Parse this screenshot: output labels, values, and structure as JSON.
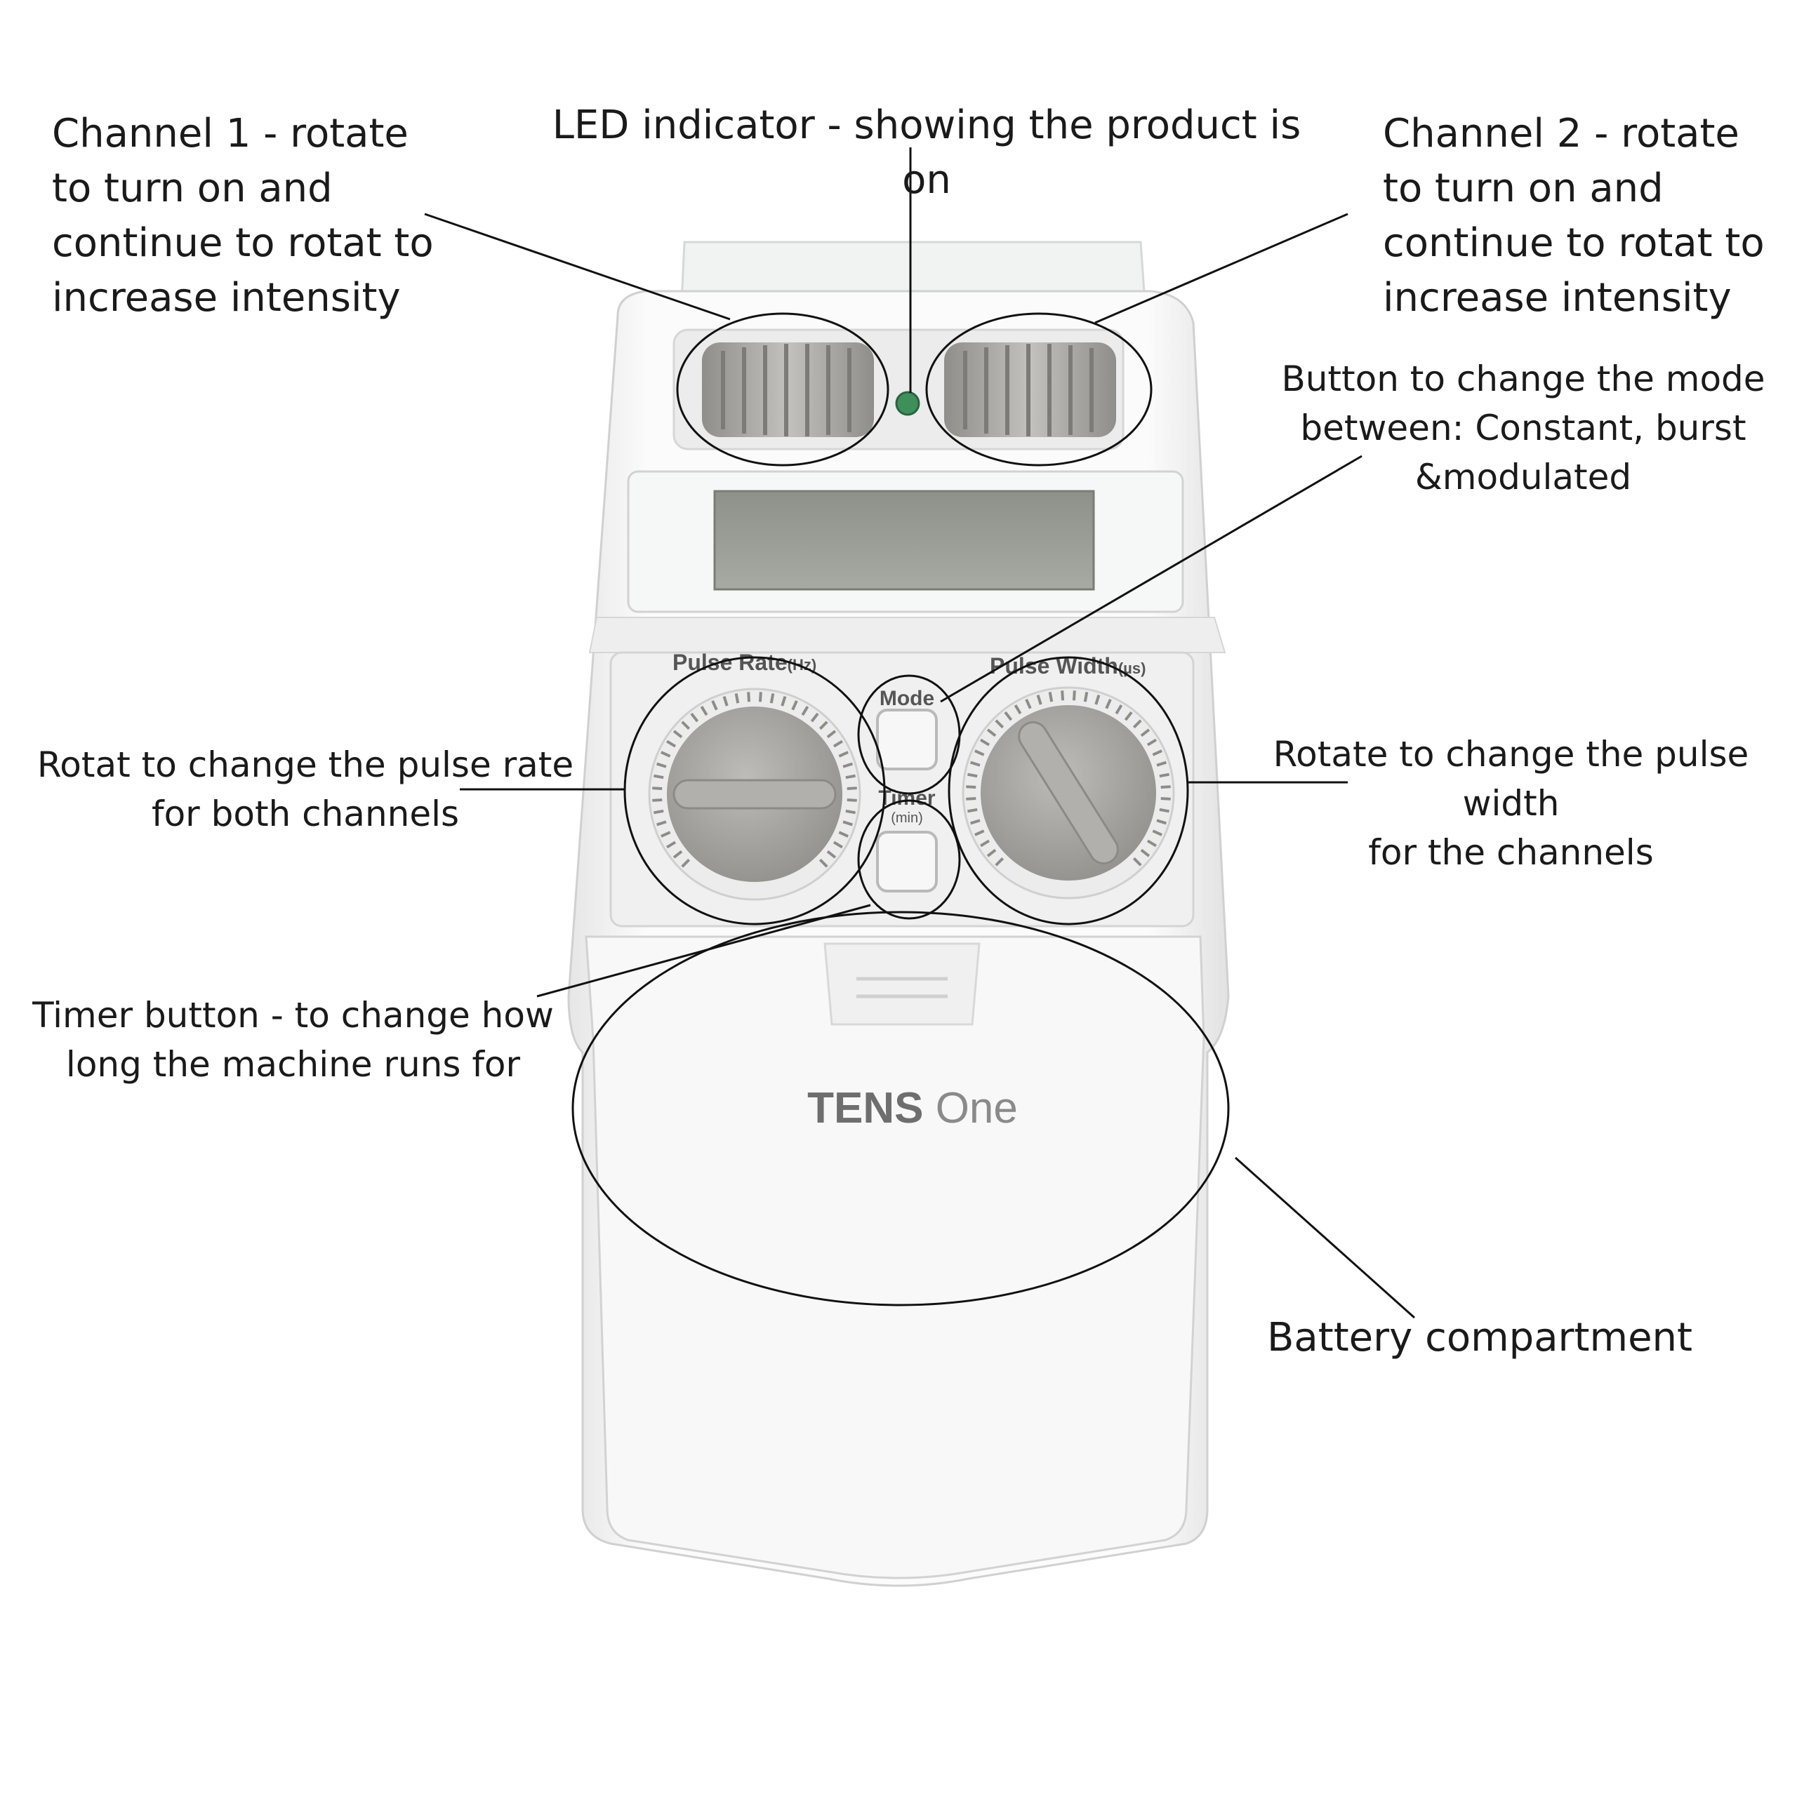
{
  "device": {
    "brand_bold": "TENS",
    "brand_light": "One",
    "pulse_rate_label": "Pulse Rate",
    "pulse_rate_unit": "(Hz)",
    "pulse_width_label": "Pulse Width",
    "pulse_width_unit": "(µs)",
    "mode_label": "Mode",
    "timer_label": "Timer",
    "timer_unit": "(min)"
  },
  "callouts": {
    "led": "LED indicator - showing the product is on",
    "channel1": "Channel 1 - rotate\nto turn on and\ncontinue to rotat to\nincrease intensity",
    "channel2": "Channel 2 - rotate\nto turn on and\ncontinue to rotat to\nincrease intensity",
    "mode": "Button to change the mode\nbetween: Constant, burst\n&modulated",
    "pulse_rate": "Rotat to change the pulse rate\nfor both channels",
    "pulse_width": "Rotate to change the pulse width\nfor the channels",
    "timer": "Timer button - to change how\nlong the machine runs for",
    "battery": "Battery compartment"
  },
  "colors": {
    "body": "#f4f4f4",
    "knob": "#a9a8a4",
    "lcd": "#9fa39b",
    "led": "#3f8f5a",
    "ink": "#1a1a1a"
  }
}
